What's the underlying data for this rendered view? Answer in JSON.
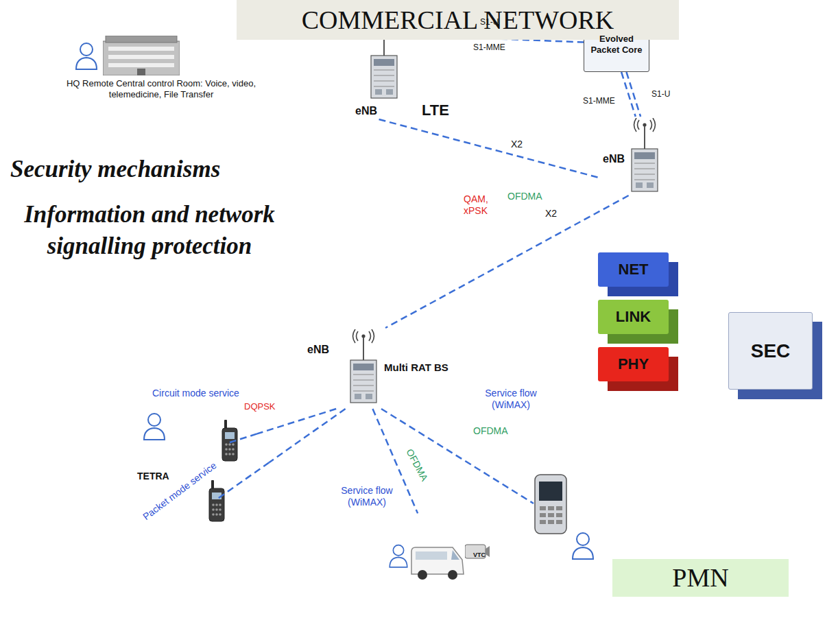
{
  "diagram": {
    "nodes": [
      {
        "text": [
          "COMMERCIAL NETWORK"
        ]
      },
      {
        "text": [
          "eNB"
        ],
        "in": 0
      },
      {
        "text": [
          "Evolved Packet Core"
        ],
        "in": 0
      },
      {
        "text": [
          "eNB"
        ],
        "in": 0
      },
      {
        "text": [
          "PMN"
        ]
      },
      {
        "text": [
          "eNB",
          "Multi RAT BS"
        ],
        "in": 4
      },
      {
        "text": [
          "TETRA"
        ],
        "in": 4
      },
      {
        "text": [
          "VTC"
        ],
        "in": 4
      },
      {
        "text": [
          "NET"
        ]
      },
      {
        "text": [
          "LINK"
        ]
      },
      {
        "text": [
          "PHY"
        ]
      },
      {
        "text": [
          "SEC"
        ]
      }
    ],
    "edges": [
      {
        "from": 1,
        "to": 2,
        "arrow": "none",
        "label": "S1-U"
      },
      {
        "from": 1,
        "to": 2,
        "arrow": "none",
        "label": "S1-MME"
      },
      {
        "from": 2,
        "to": 3,
        "arrow": "none",
        "label": "S1-U"
      },
      {
        "from": 2,
        "to": 3,
        "arrow": "none",
        "label": "S1-MME"
      },
      {
        "from": 1,
        "to": 3,
        "arrow": "none",
        "label": "X2"
      },
      {
        "from": 3,
        "to": 5,
        "arrow": "none",
        "label": "X2"
      },
      {
        "from": 5,
        "to": 6,
        "arrow": "none",
        "label": "Circuit mode service"
      },
      {
        "from": 5,
        "to": 6,
        "arrow": "none",
        "label": "Packet mode service"
      },
      {
        "from": 5,
        "to": 7,
        "arrow": "none",
        "label": "Service flow (WiMAX)"
      }
    ],
    "labels": [
      "HQ Remote Central control Room: Voice, video, telemedicine, File Transfer",
      "LTE",
      "Security mechanisms",
      "Information and network signalling protection",
      "QAM, xPSK",
      "OFDMA",
      "DQPSK",
      "OFDMA",
      "OFDMA",
      "Service flow (WiMAX)"
    ]
  }
}
